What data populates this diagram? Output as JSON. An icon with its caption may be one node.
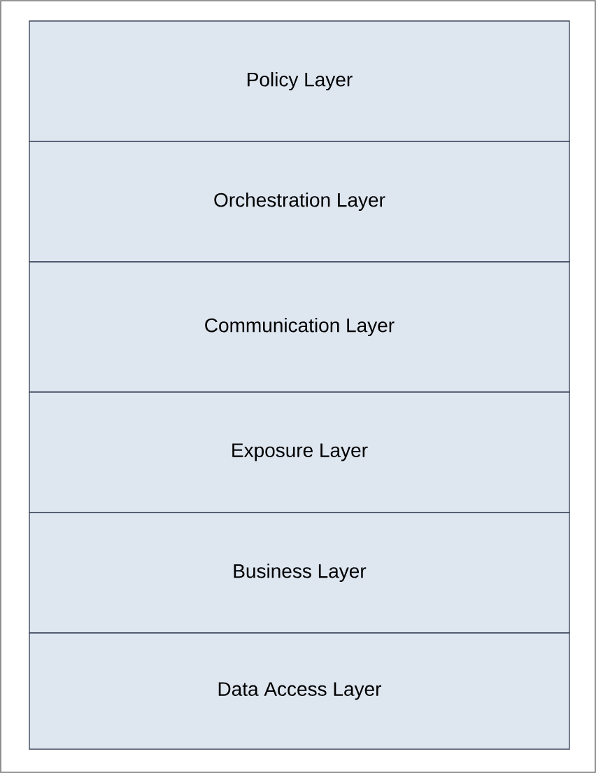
{
  "diagram": {
    "nodes": [
      {
        "text": [
          "Policy Layer"
        ]
      },
      {
        "text": [
          "Orchestration Layer"
        ]
      },
      {
        "text": [
          "Communication Layer"
        ]
      },
      {
        "text": [
          "Exposure Layer"
        ]
      },
      {
        "text": [
          "Business Layer"
        ]
      },
      {
        "text": [
          "Data Access Layer"
        ]
      }
    ]
  }
}
